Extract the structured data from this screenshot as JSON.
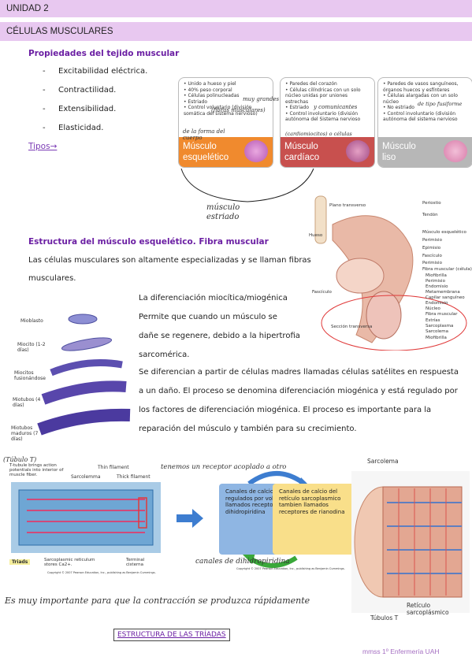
{
  "header": {
    "unit": "UNIDAD 2",
    "section": "CÉLULAS MUSCULARES"
  },
  "properties": {
    "heading": "Propiedades del tejido muscular",
    "items": [
      "Excitabilidad eléctrica.",
      "Contractilidad.",
      "Extensibilidad.",
      "Elasticidad."
    ],
    "dash": "-",
    "link": "Tipos→"
  },
  "muscle_types": [
    {
      "bullets": [
        "Unido a hueso y piel",
        "40% peso corporal",
        "Células polinucleadas",
        "Estriado",
        "Control voluntario (división somática del sistema nervioso)"
      ],
      "label_line1": "Músculo",
      "label_line2": "esquelético",
      "color": "#f08a2e"
    },
    {
      "bullets": [
        "Paredes del corazón",
        "Células cilíndricas con un solo núcleo unidas por uniones estrechas",
        "Estriado",
        "Control involuntario (división autónoma del Sistema nervioso"
      ],
      "label_line1": "Músculo",
      "label_line2": "cardíaco",
      "color": "#c8504e"
    },
    {
      "bullets": [
        "Paredes de vasos sanguíneos, órganos huecos y esfínteres",
        "Células alargadas con un solo núcleo",
        "No estriado",
        "Control involuntario (división autónoma del sistema nervioso"
      ],
      "label_line1": "Músculo",
      "label_line2": "liso",
      "color": "#b7b7b7"
    }
  ],
  "handwriting": {
    "sk1": "muy grandes",
    "sk2": "(fibras musculares)",
    "sk3": "de la forma del cuerpo",
    "ca1": "y comunicantes",
    "ca2": "(cardiomiocitos) o células",
    "li1": "de tipo fusiforme",
    "bracket": "músculo estriado",
    "triadT": "(Túbulo T)",
    "triadTop": "tenemos un receptor acoplado a otro",
    "triadBottom": "canales de dihidropiridina",
    "triadNote": "Es muy importante para que la contracción se produzca rápidamente"
  },
  "structure": {
    "heading": "Estructura del músculo esquelético. Fibra muscular",
    "intro_line1": "Las células musculares son altamente especializadas y se llaman fibras",
    "intro_line2": "musculares.",
    "diff_title": "La diferenciación miocítica/miogénica",
    "diff_lines": [
      "Permite que cuando un músculo se",
      "dañe se regenere, debido a la hipertrofia",
      "sarcomérica."
    ],
    "full_lines": [
      "Se diferencian a partir de células madres llamadas células satélites en respuesta",
      "a un daño. El proceso se denomina diferenciación miogénica y está regulado por",
      "los factores de diferenciación miogénica. El proceso es importante para la",
      "reparación del músculo y también para su crecimiento."
    ]
  },
  "anatomy_labels": {
    "left": [
      "Plano transverso",
      "Hueso",
      "Fascículo",
      "Sección transversa"
    ],
    "right": [
      "Periostio",
      "Tendón",
      "Músculo esquelético",
      "Perimisio",
      "Epimisio",
      "Fascículo",
      "Perimisio",
      "Fibra muscular (célula)",
      "Miofibrilla",
      "Perimisio",
      "Endomisio",
      "Metamembrana",
      "Capilar sanguíneo",
      "Endomisio",
      "Núcleo",
      "Fibra muscular",
      "Estrías",
      "Sarcoplasma",
      "Sarcolema",
      "Miofibrilla"
    ]
  },
  "myogenesis": {
    "stages": [
      "Mioblasto",
      "Miocito (1-2 días)",
      "Miocitos fusionándose",
      "Miotubos (4 días)",
      "Miotubos maduros (7 días)"
    ]
  },
  "triad_figure": {
    "labels": [
      "T-tubule brings action potentials into interior of muscle fiber.",
      "Thin filament",
      "Sarcolemma",
      "Thick filament",
      "Triads",
      "Sarcoplasmic reticulum stores Ca2+.",
      "Terminal cisterna"
    ],
    "copyright": "Copyright © 2007 Pearson Education, Inc., publishing as Benjamin Cummings.",
    "canal_left": "Canales de calcio regulados por voltaje llamados receptores de dihidropiridina",
    "canal_right": "Canales de calcio del retículo sarcoplasmico tambien llamados receptores de rianodina",
    "copyright2": "Copyright © 2007 Pearson Education, Inc., publishing as Benjamin Cummings."
  },
  "right_figure": {
    "sarcolema": "Sarcolema",
    "tubulos": "Túbulos T",
    "reticulo": "Retículo sarcoplásmico"
  },
  "footer": {
    "link": "ESTRUCTURA DE LAS TRÍADAS",
    "credit": "mmss 1º Enfermería UAH"
  }
}
